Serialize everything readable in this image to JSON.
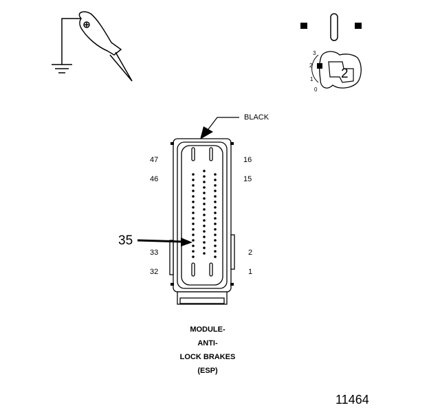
{
  "key_position": "2",
  "key_scale": [
    "3",
    "2",
    "1",
    "0"
  ],
  "connector": {
    "color_label": "BLACK",
    "pins_left_col": [
      "47",
      "46",
      "33",
      "32"
    ],
    "pins_right_col": [
      "16",
      "15",
      "2",
      "1"
    ],
    "callout_pin": "35"
  },
  "caption": {
    "line1": "MODULE-",
    "line2": "ANTI-",
    "line3": "LOCK BRAKES",
    "line4": "(ESP)"
  },
  "figure_number": "11464"
}
